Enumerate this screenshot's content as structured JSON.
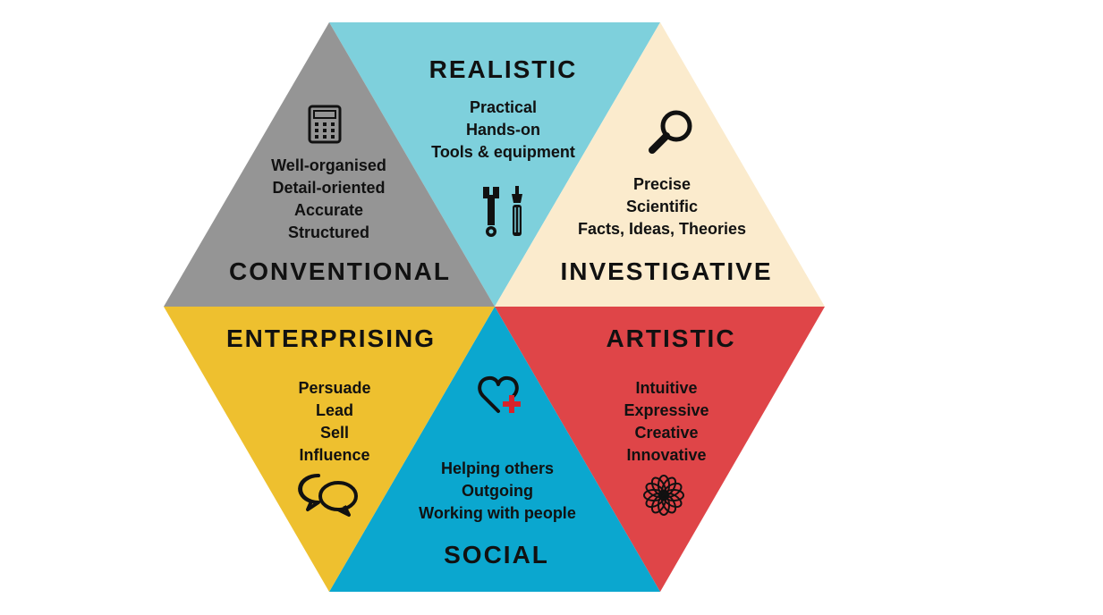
{
  "segments": {
    "realistic": {
      "title": "REALISTIC",
      "traits": [
        "Practical",
        "Hands-on",
        "Tools & equipment"
      ],
      "color": "#7ED0DC",
      "icon": "tools-icon"
    },
    "investigative": {
      "title": "INVESTIGATIVE",
      "traits": [
        "Precise",
        "Scientific",
        "Facts, Ideas, Theories"
      ],
      "color": "#FBEBCD",
      "icon": "magnifier-icon"
    },
    "artistic": {
      "title": "ARTISTIC",
      "traits": [
        "Intuitive",
        "Expressive",
        "Creative",
        "Innovative"
      ],
      "color": "#DF4548",
      "icon": "flower-pattern-icon"
    },
    "social": {
      "title": "SOCIAL",
      "traits": [
        "Helping others",
        "Outgoing",
        "Working with people"
      ],
      "color": "#0BA7CF",
      "icon": "heart-plus-icon"
    },
    "enterprising": {
      "title": "ENTERPRISING",
      "traits": [
        "Persuade",
        "Lead",
        "Sell",
        "Influence"
      ],
      "color": "#EEC02F",
      "icon": "speech-bubbles-icon"
    },
    "conventional": {
      "title": "CONVENTIONAL",
      "traits": [
        "Well-organised",
        "Detail-oriented",
        "Accurate",
        "Structured"
      ],
      "color": "#959595",
      "icon": "calculator-icon"
    }
  }
}
